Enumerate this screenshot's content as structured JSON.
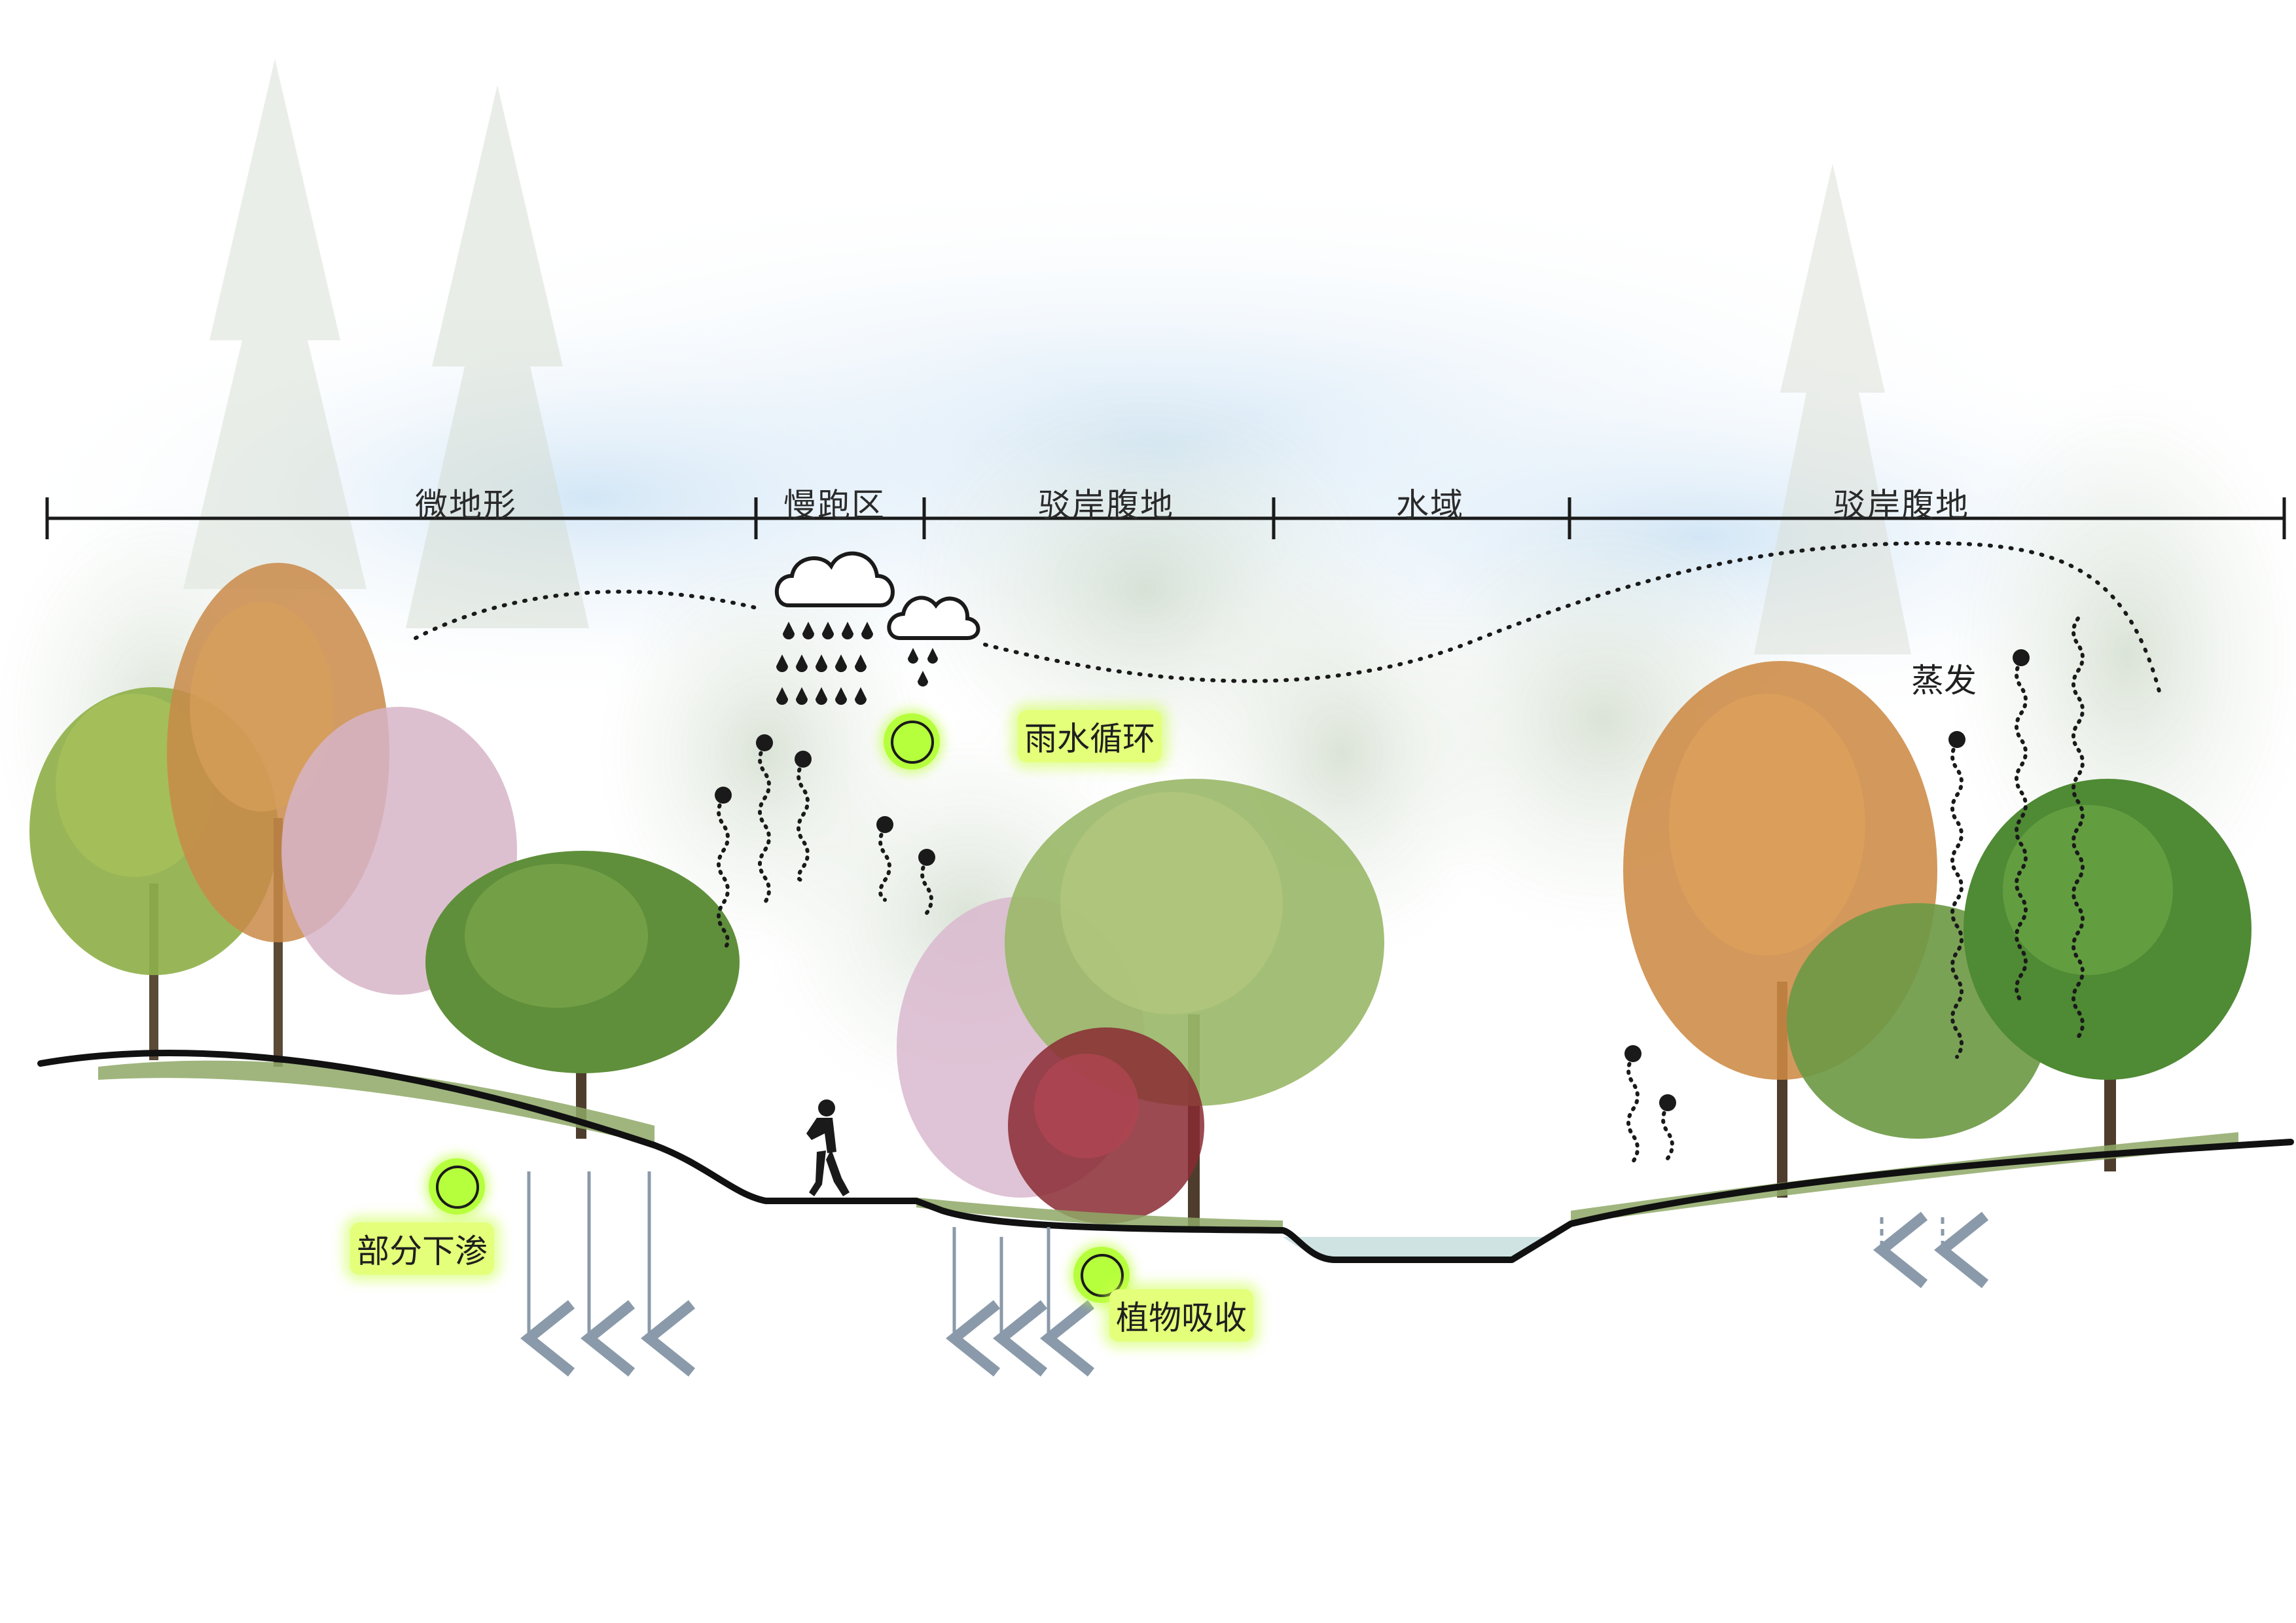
{
  "zones": [
    {
      "id": "micro-terrain",
      "label": "微地形"
    },
    {
      "id": "jogging-area",
      "label": "慢跑区"
    },
    {
      "id": "embankment-hinterland-left",
      "label": "驳岸腹地"
    },
    {
      "id": "water-area",
      "label": "水域"
    },
    {
      "id": "embankment-hinterland-right",
      "label": "驳岸腹地"
    }
  ],
  "processes": {
    "rain_cycle": "雨水循环",
    "partial_infiltration": "部分下渗",
    "plant_absorption": "植物吸收",
    "evaporation": "蒸发"
  },
  "icons": {
    "rain_cycle": "water-drops-icon",
    "partial_infiltration": "soil-infiltration-icon",
    "plant_absorption": "plant-leaf-icon",
    "cloud": "rain-cloud-icon",
    "jogger": "jogger-silhouette-icon"
  },
  "colors": {
    "badge": "#b6ff3c",
    "label_glow": "#e4ff7a",
    "ground": "#111111",
    "arrow": "#8a9aaa",
    "water": "#cfe3e3",
    "sky": "#d9ebf7"
  }
}
